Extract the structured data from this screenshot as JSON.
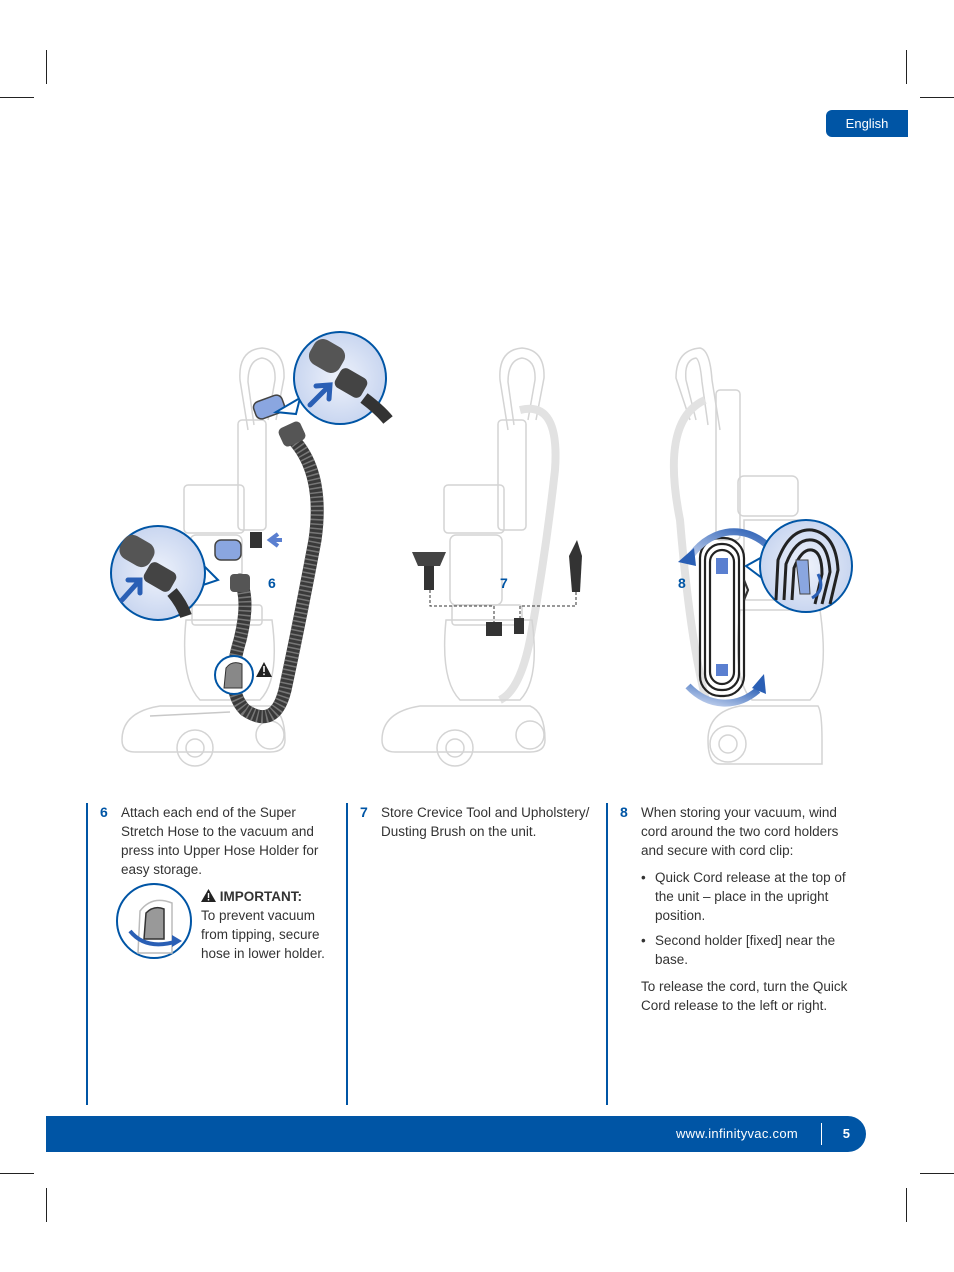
{
  "header": {
    "language_tab": "English"
  },
  "figures": {
    "fig6": {
      "number": "6"
    },
    "fig7": {
      "number": "7"
    },
    "fig8": {
      "number": "8"
    }
  },
  "steps": [
    {
      "number": "6",
      "text": "Attach each end of the Super Stretch Hose to the vacuum and press into Upper Hose Holder for easy storage.",
      "important_title": "IMPORTANT:",
      "important_text": "To prevent vacuum from tipping, secure hose in lower holder."
    },
    {
      "number": "7",
      "text": "Store Crevice Tool and Upholstery/ Dusting Brush on the unit."
    },
    {
      "number": "8",
      "text": "When storing your vacuum, wind cord around the two cord holders and secure with cord clip:",
      "bullets": [
        "Quick Cord release at the top of the unit – place in the upright position.",
        "Second holder [fixed] near the base."
      ],
      "closing": "To release the cord, turn the Quick Cord release to the left or right."
    }
  ],
  "footer": {
    "url": "www.infinityvac.com",
    "page_number": "5"
  },
  "colors": {
    "brand_blue": "#0055a5",
    "accent_light_blue": "#8aa6e0"
  },
  "icons": [
    "warning-icon",
    "bullet-dot"
  ]
}
